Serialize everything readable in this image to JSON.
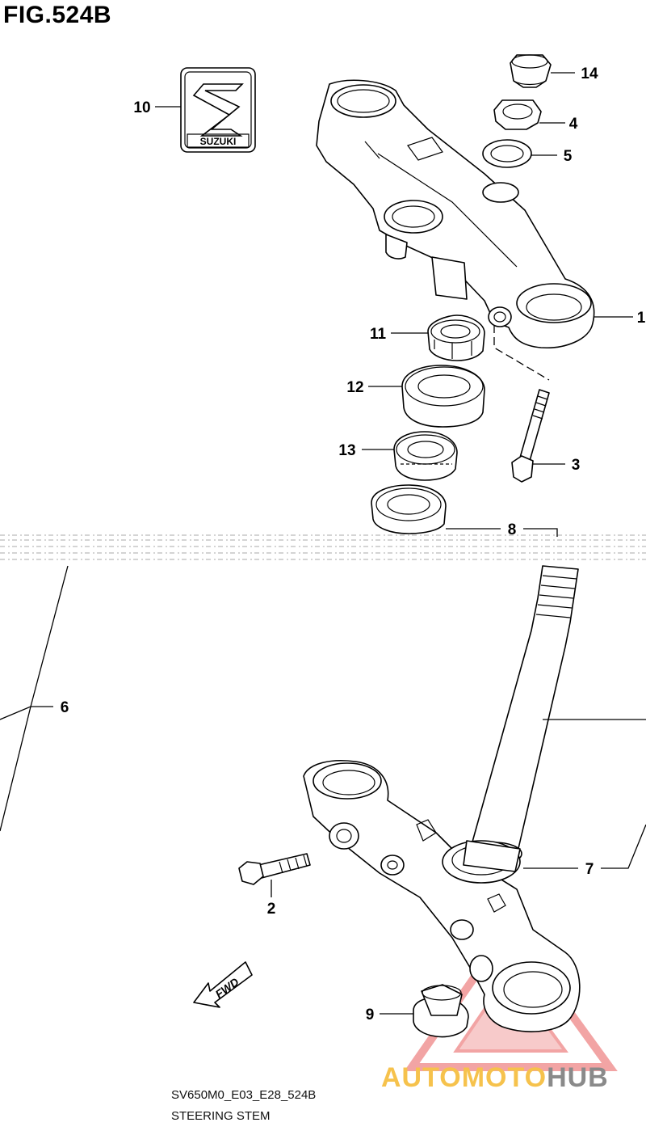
{
  "figure": {
    "title": "FIG.524B",
    "drawing_code": "SV650M0_E03_E28_524B",
    "caption": "STEERING STEM"
  },
  "emblem": {
    "brand_text": "SUZUKI"
  },
  "watermark": {
    "text_part1": "AUTOMOTO",
    "text_part2": "HUB",
    "color_primary": "#f6c24c",
    "color_secondary": "#8a8a8a",
    "triangle_color": "#e85a5a"
  },
  "callouts": {
    "c1": "1",
    "c2": "2",
    "c3": "3",
    "c4": "4",
    "c5": "5",
    "c6": "6",
    "c7": "7",
    "c8": "8",
    "c9": "9",
    "c10": "10",
    "c11": "11",
    "c12": "12",
    "c13": "13",
    "c14": "14"
  },
  "direction_arrow": {
    "label": "FWD"
  }
}
